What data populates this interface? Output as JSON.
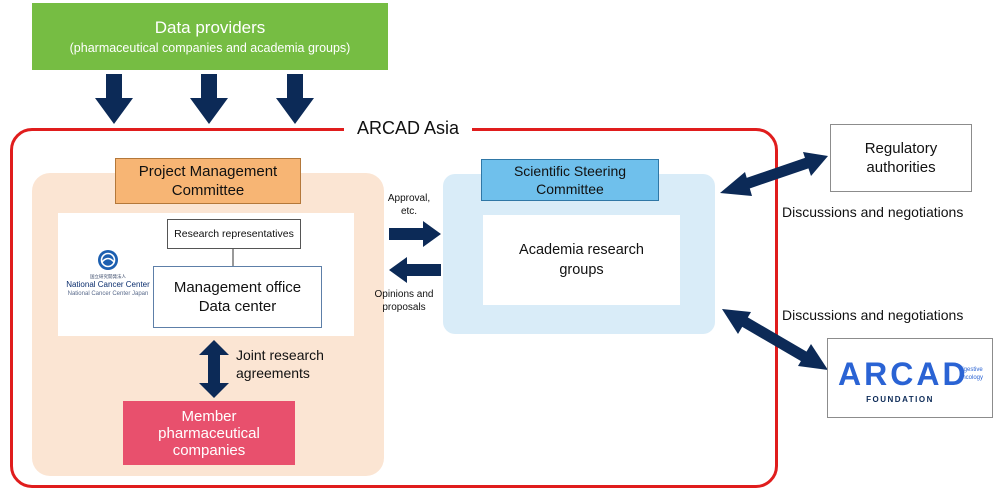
{
  "providers": {
    "title": "Data providers",
    "subtitle": "(pharmaceutical companies and academia groups)"
  },
  "arcad_asia": {
    "label": "ARCAD Asia"
  },
  "project_management": {
    "title_line1": "Project Management",
    "title_line2": "Committee"
  },
  "ncc": {
    "small_text": "国立研究開発法人",
    "name": "National Cancer Center",
    "subname": "National Cancer Center Japan"
  },
  "research_reps": {
    "label": "Research representatives"
  },
  "management_office": {
    "line1": "Management office",
    "line2": "Data center"
  },
  "joint_research": {
    "line1": "Joint research",
    "line2": "agreements"
  },
  "member_pharma": {
    "line1": "Member",
    "line2": "pharmaceutical",
    "line3": "companies"
  },
  "steering": {
    "title_line1": "Scientific Steering",
    "title_line2": "Committee"
  },
  "academia": {
    "line1": "Academia research",
    "line2": "groups"
  },
  "approval": {
    "line1": "Approval,",
    "line2": "etc."
  },
  "opinions": {
    "line1": "Opinions and",
    "line2": "proposals"
  },
  "regulatory": {
    "line1": "Regulatory",
    "line2": "authorities"
  },
  "discussions": {
    "top": "Discussions and negotiations",
    "bottom": "Discussions and negotiations"
  },
  "foundation": {
    "logo_text": "ARCAD",
    "tag_line1": "digestive",
    "tag_line2": "oncology",
    "subtitle": "FOUNDATION"
  },
  "colors": {
    "providers_green": "#76bd43",
    "arcad_red": "#e01d1d",
    "pm_peach": "#fbe5d3",
    "pm_title_orange": "#f7b574",
    "ssc_light_blue": "#d9ecf8",
    "ssc_title_blue": "#6fc0ec",
    "member_pink": "#e8506d",
    "arrow_navy": "#0c2a57",
    "foundation_blue": "#2a63d4"
  }
}
